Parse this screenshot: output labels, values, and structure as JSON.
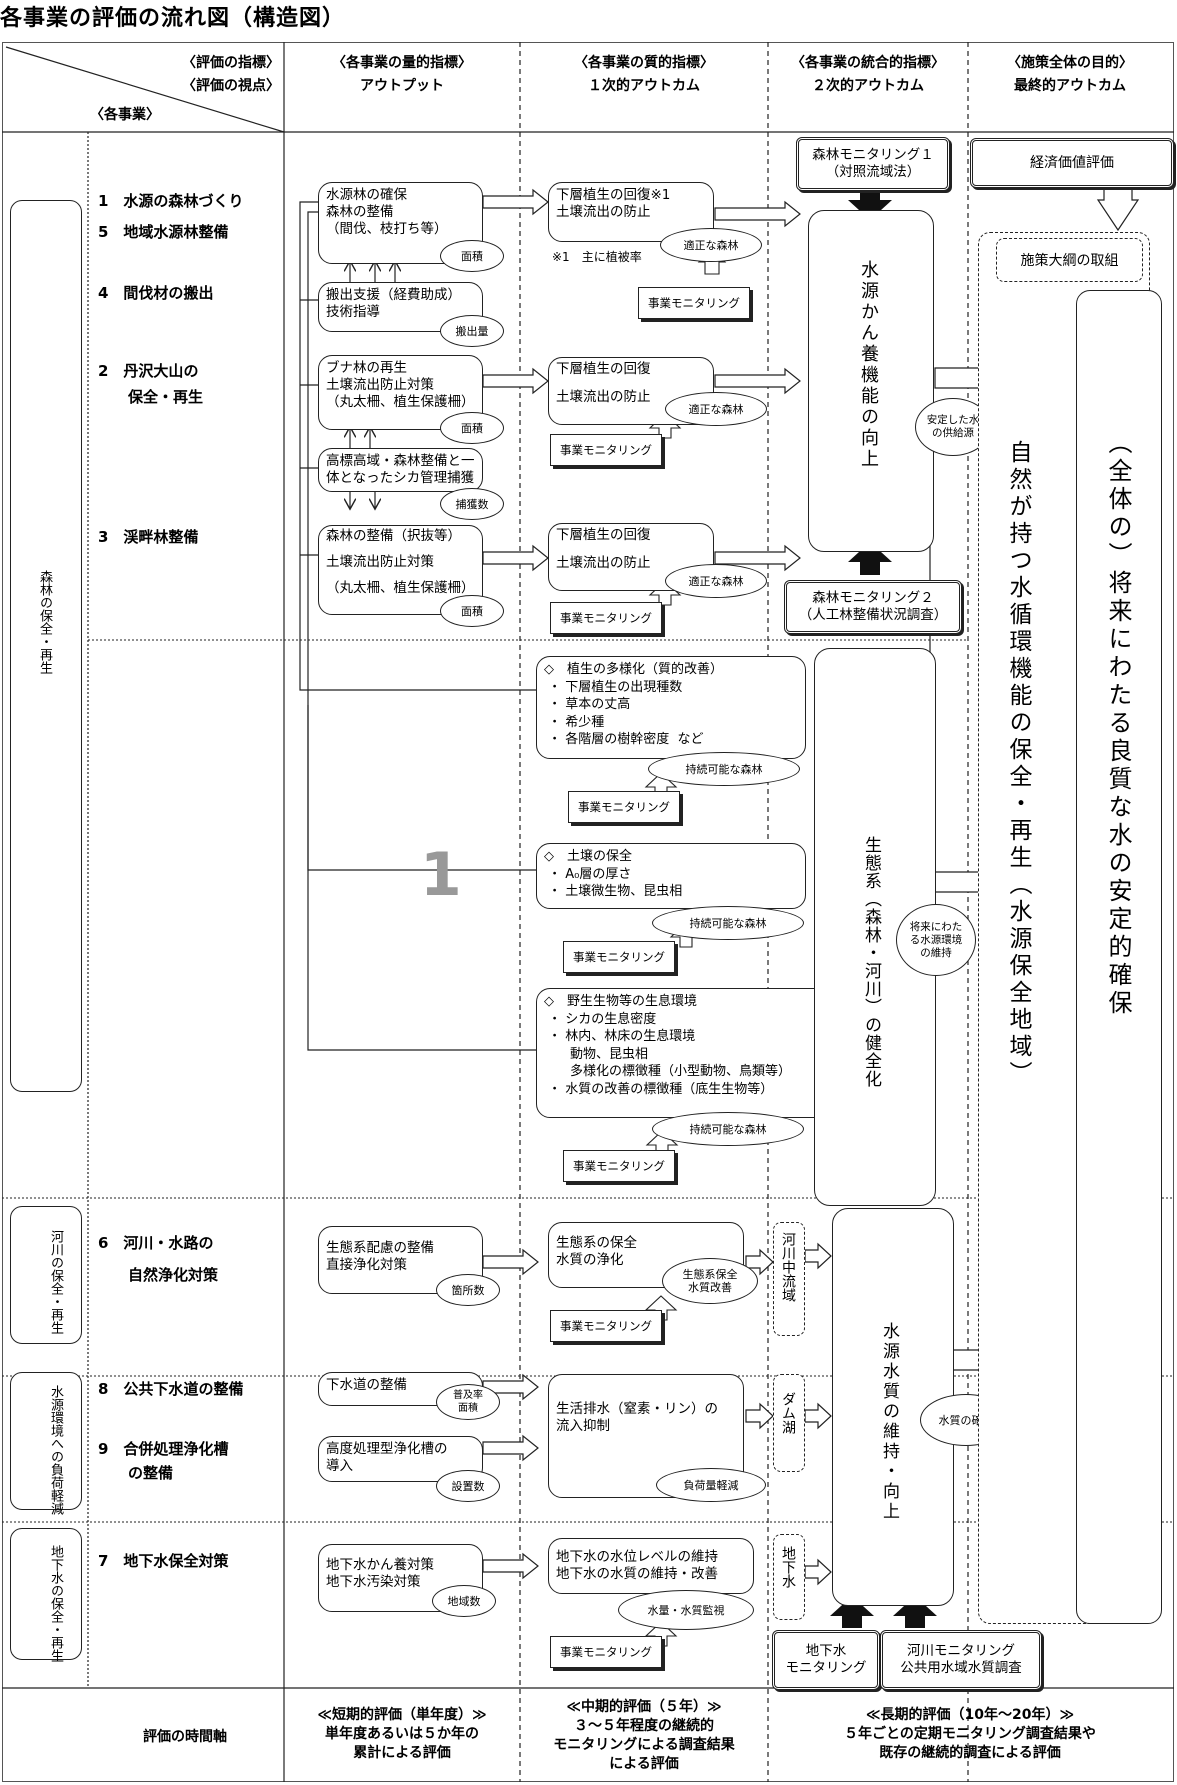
{
  "title": "各事業の評価の流れ図（構造図）",
  "header": {
    "corner_top1": "〈評価の指標〉",
    "corner_top2": "〈評価の視点〉",
    "corner_bottom": "〈各事業〉",
    "col1_l1": "〈各事業の量的指標〉",
    "col1_l2": "アウトプット",
    "col2_l1": "〈各事業の質的指標〉",
    "col2_l2": "１次的アウトカム",
    "col3_l1": "〈各事業の統合的指標〉",
    "col3_l2": "２次的アウトカム",
    "col4_l1": "〈施策全体の目的〉",
    "col4_l2": "最終的アウトカム"
  },
  "categories": {
    "forest": "森林の保全・再生",
    "river": "河川の保全・再生",
    "load": "水源環境への負荷軽減",
    "ground": "地下水の保全・再生"
  },
  "projects": {
    "p1": "1　水源の森林づくり",
    "p5": "5　地域水源林整備",
    "p4": "4　間伐材の搬出",
    "p2a": "2　丹沢大山の",
    "p2b": "保全・再生",
    "p3": "3　渓畔林整備",
    "p6a": "6　河川・水路の",
    "p6b": "自然浄化対策",
    "p8": "8　公共下水道の整備",
    "p9a": "9　合併処理浄化槽",
    "p9b": "の整備",
    "p7": "7　地下水保全対策"
  },
  "outputs": {
    "o1": "水源林の確保\n森林の整備\n（間伐、枝打ち等）",
    "o1_tag": "面積",
    "o4": "搬出支援（経費助成）\n技術指導",
    "o4_tag": "搬出量",
    "o2": "ブナ林の再生\n土壌流出防止対策\n（丸太柵、植生保護柵）",
    "o2_tag": "面積",
    "o2b": "高標高域・森林整備と一\n体となったシカ管理捕獲",
    "o2b_tag": "捕獲数",
    "o3": "森林の整備（択抜等）\n\n土壌流出防止対策\n\n（丸太柵、植生保護柵）",
    "o3_tag": "面積",
    "o6": "生態系配慮の整備\n直接浄化対策",
    "o6_tag": "箇所数",
    "o8": "下水道の整備",
    "o8_tag": "普及率\n面積",
    "o9": "高度処理型浄化槽の\n導入",
    "o9_tag": "設置数",
    "o7": "地下水かん養対策\n地下水汚染対策",
    "o7_tag": "地域数"
  },
  "outcomes1": {
    "a1": "下層植生の回復※1\n土壌流出の防止",
    "a1_note": "※1　主に植被率",
    "a1_tag": "適正な森林",
    "a2": "下層植生の回復\n\n土壌流出の防止",
    "a2_tag": "適正な森林",
    "a3": "下層植生の回復\n\n土壌流出の防止",
    "a3_tag": "適正な森林",
    "b1": "◇　植生の多様化（質的改善）\n ・ 下層植生の出現種数\n ・ 草本の丈高\n ・ 希少種\n ・ 各階層の樹幹密度  など",
    "b1_tag": "持続可能な森林",
    "b2": "◇　土壌の保全\n ・ A₀層の厚さ\n ・ 土壌微生物、昆虫相",
    "b2_tag": "持続可能な森林",
    "b3": "◇　野生生物等の生息環境\n ・ シカの生息密度\n ・ 林内、林床の生息環境\n　　動物、昆虫相\n　　多様化の標徴種（小型動物、鳥類等）\n ・ 水質の改善の標徴種（底生生物等）",
    "b3_tag": "持続可能な森林",
    "c6": "生態系の保全\n水質の浄化",
    "c6_tag": "生態系保全\n水質改善",
    "c8": "生活排水（窒素・リン）の\n流入抑制",
    "c8_tag": "負荷量軽減",
    "c7": "地下水の水位レベルの維持\n地下水の水質の維持・改善",
    "c7_tag": "水量・水質監視",
    "monitoring": "事業モニタリング"
  },
  "outcomes2": {
    "mon1": "森林モニタリング１\n（対照流域法）",
    "mon2": "森林モニタリング２\n（人工林整備状況調査）",
    "kanyo": "水源かん養機能の向上",
    "kanyo_tag": "安定した水\nの供給源",
    "eco": "生態系（森林・河川）の健全化",
    "eco_tag": "将来にわた\nる水源環境\nの維持",
    "river_mid": "河川中流域",
    "dam": "ダム湖",
    "ground": "地下水",
    "quality": "水源水質の維持・向上",
    "quality_tag": "水質の確保",
    "mon_gw": "地下水\nモニタリング",
    "mon_river": "河川モニタリング\n公共用水域水質調査"
  },
  "final": {
    "econ": "経済価値評価",
    "taiko": "施策大綱の取組",
    "nature": "自然が持つ水循環機能の保全・再生（水源保全地域）",
    "whole": "（全体の）将来にわたる良質な水の安定的確保"
  },
  "footer": {
    "axis": "評価の時間軸",
    "short": "≪短期的評価（単年度）≫\n単年度あるいは５か年の\n累計による評価",
    "mid": "≪中期的評価（５年）≫\n３～５年程度の継続的\nモニタリングによる調査結果\nによる評価",
    "long": "≪長期的評価（10年～20年）≫\n５年ごとの定期モニタリング調査結果や\n既存の継続的調査による評価"
  },
  "watermark": "1"
}
